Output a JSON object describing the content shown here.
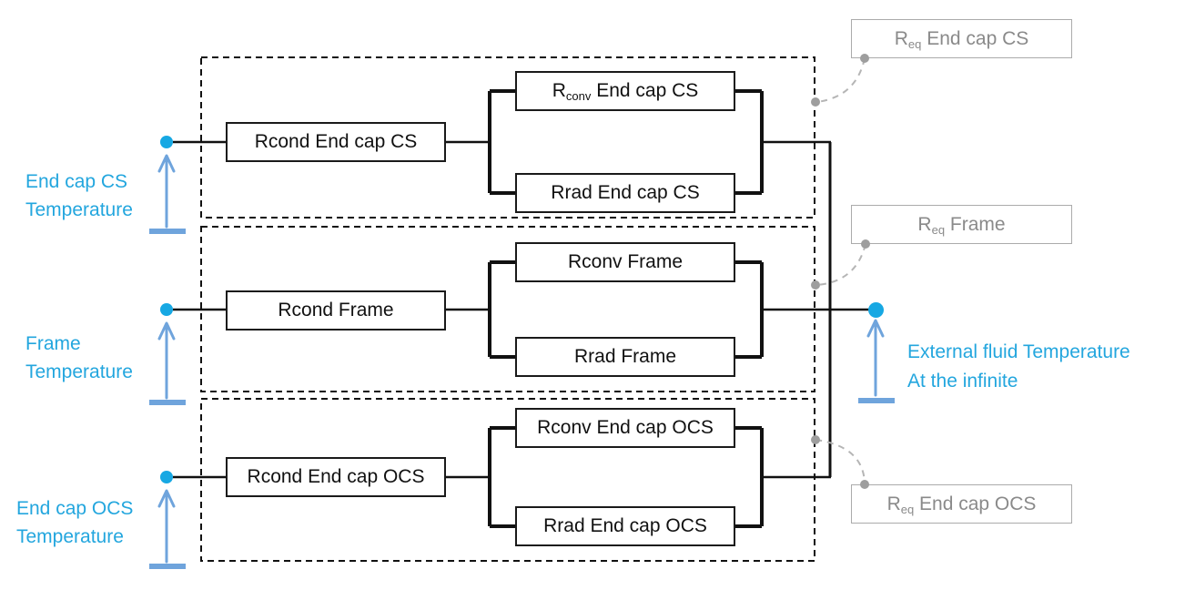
{
  "colors": {
    "background": "#FFFFFF",
    "line_black": "#111111",
    "box_border": "#1A1A1A",
    "accent_cyan": "#23A6DE",
    "node_blue": "#17A8E3",
    "arrow_blue": "#6FA4DC",
    "gray_text": "#8A8A8A",
    "gray_border": "#ABABAB",
    "gray_dot": "#9E9E9E",
    "gray_curve": "#B5B5B5"
  },
  "groups": [
    {
      "temp": {
        "line1": "End cap CS",
        "line2": "Temperature"
      },
      "rcond": "Rcond End cap CS",
      "rconv": {
        "pre": "R",
        "sub": "conv",
        "post": " End cap CS"
      },
      "rrad": "Rrad End cap CS",
      "req": {
        "pre": "R",
        "sub": "eq",
        "post": " End cap CS"
      }
    },
    {
      "temp": {
        "line1": "Frame",
        "line2": "Temperature"
      },
      "rcond": "Rcond Frame",
      "rconv": {
        "pre": "Rconv",
        "sub": "",
        "post": " Frame"
      },
      "rrad": "Rrad Frame",
      "req": {
        "pre": "R",
        "sub": "eq",
        "post": " Frame"
      }
    },
    {
      "temp": {
        "line1": "End cap OCS",
        "line2": "Temperature"
      },
      "rcond": "Rcond End cap OCS",
      "rconv": {
        "pre": "Rconv",
        "sub": "",
        "post": " End cap OCS"
      },
      "rrad": "Rrad End cap OCS",
      "req": {
        "pre": "R",
        "sub": "eq",
        "post": " End cap OCS"
      }
    }
  ],
  "external": {
    "line1": "External fluid Temperature",
    "line2": "At the infinite"
  }
}
